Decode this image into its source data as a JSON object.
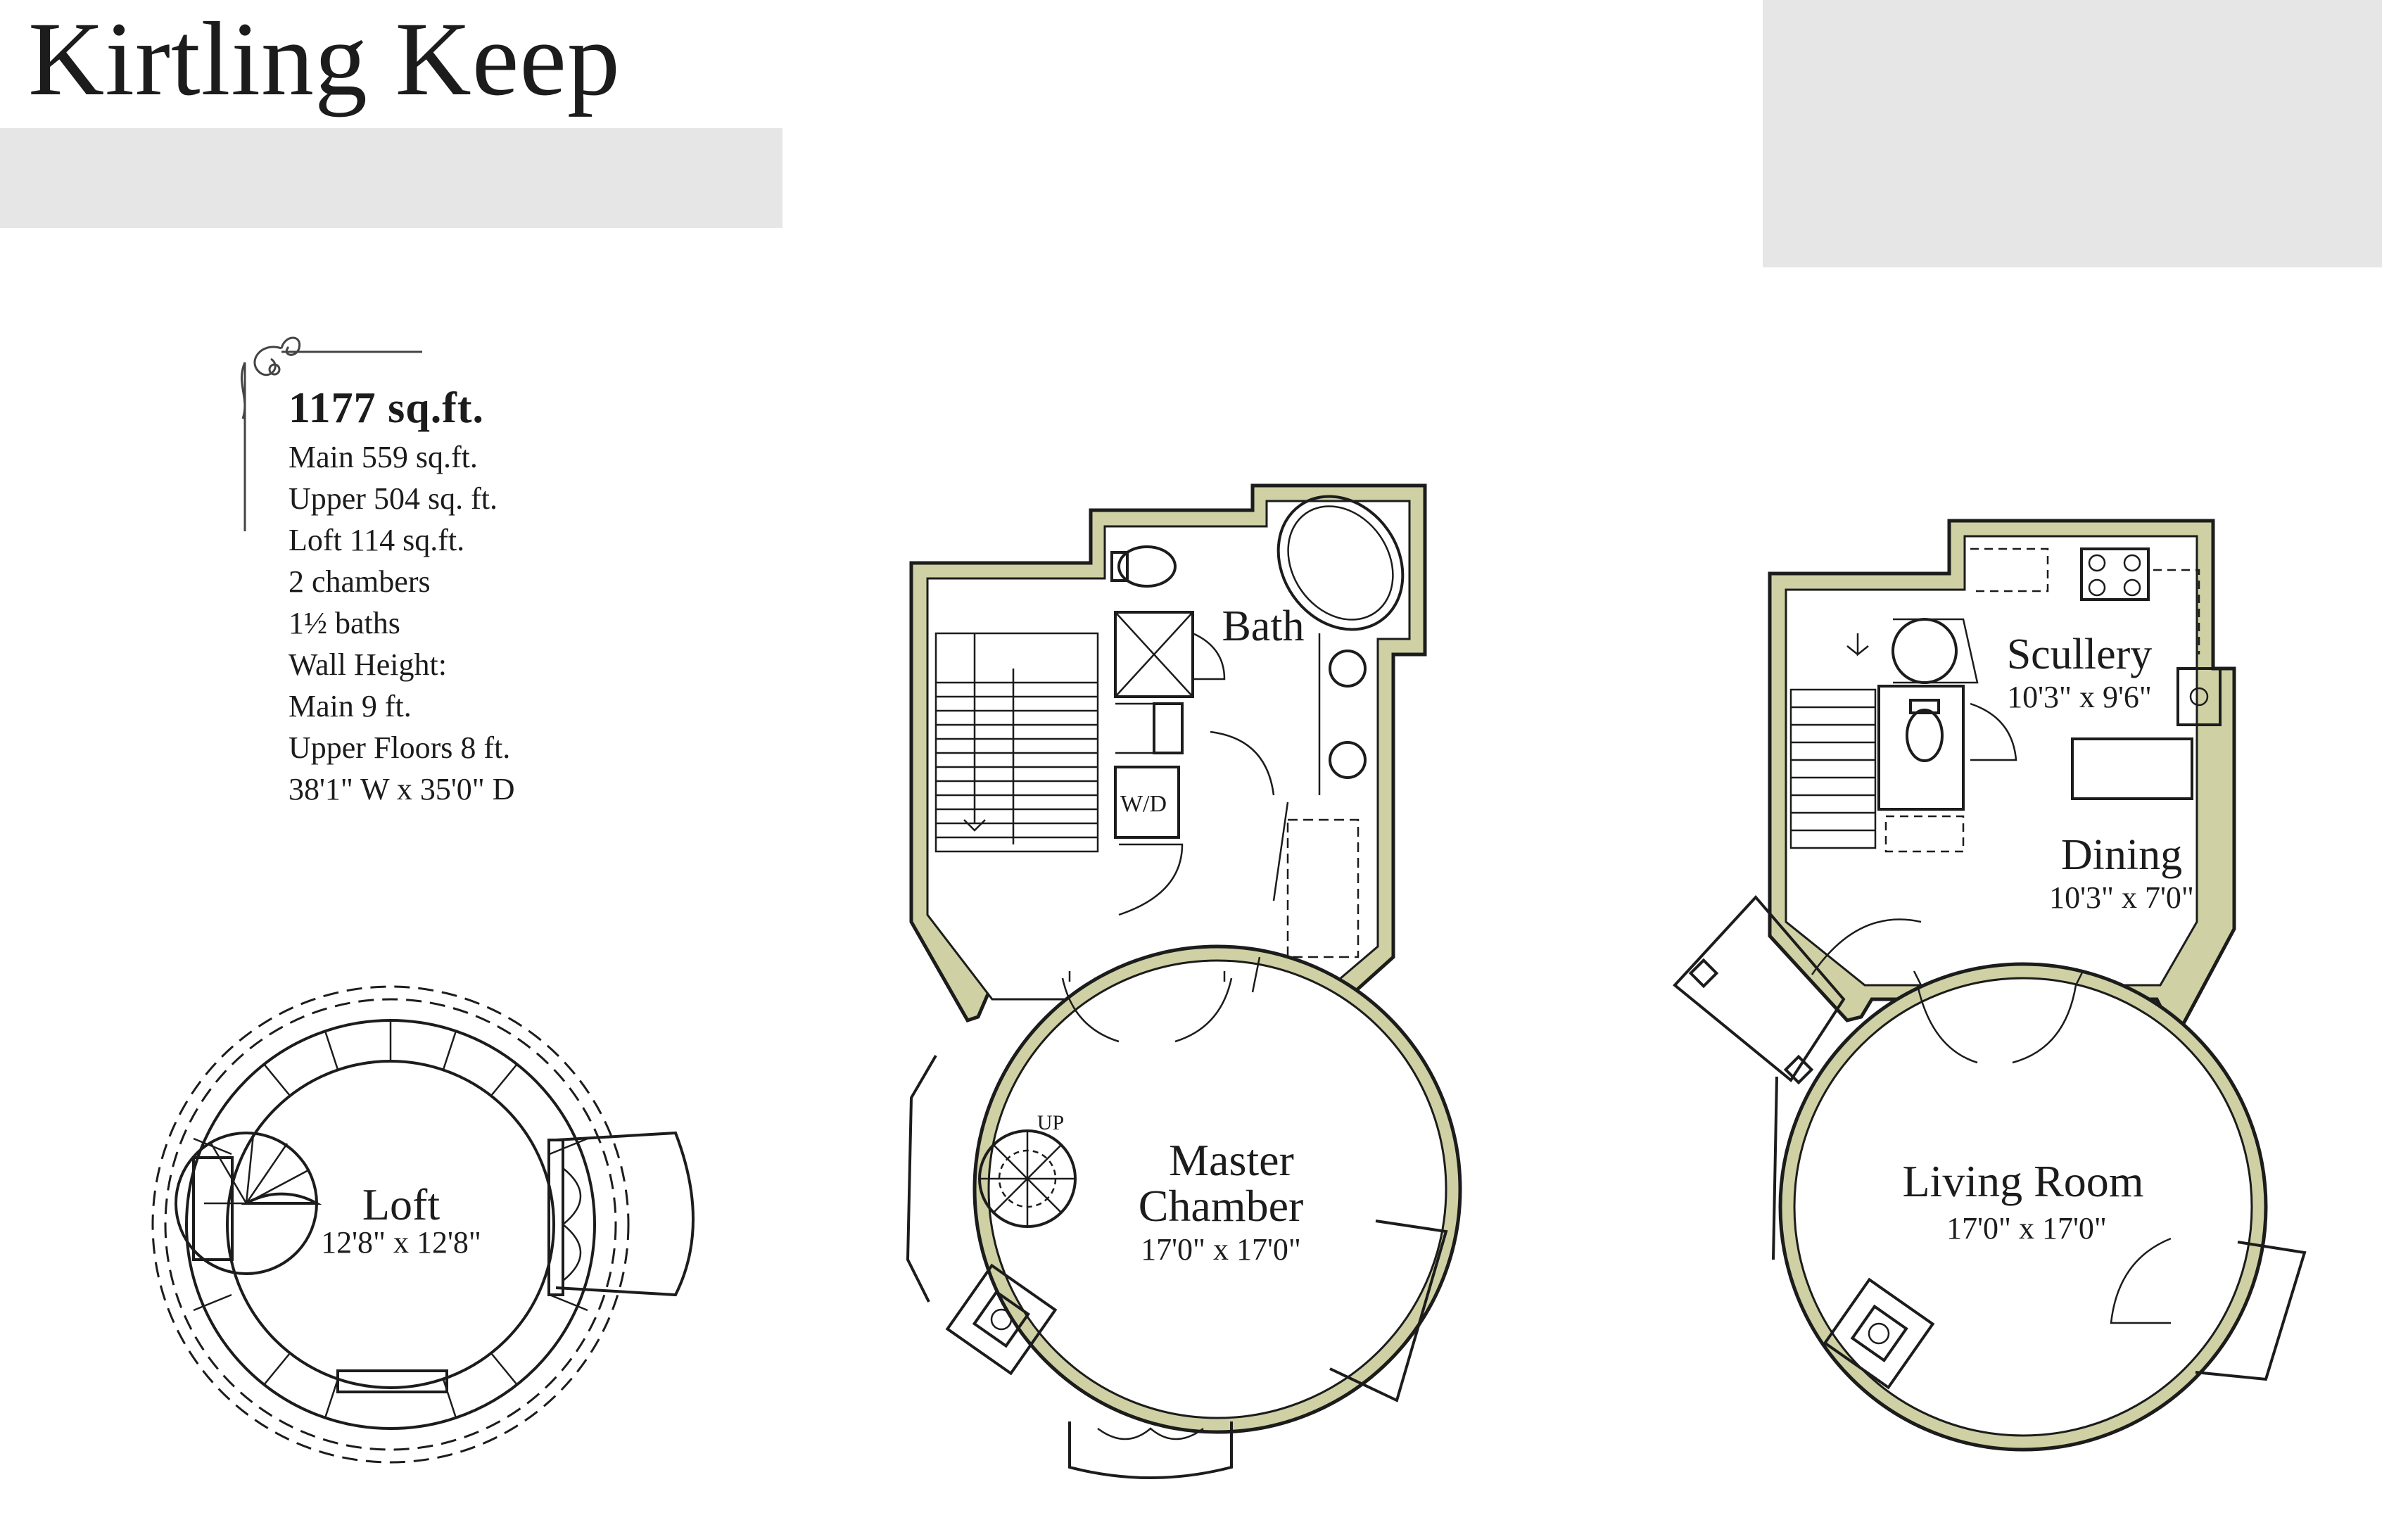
{
  "title": "Kirtling Keep",
  "colors": {
    "wall_fill": "#cfd1a5",
    "ink": "#1c1c1c",
    "placeholder": "#e6e6e6"
  },
  "stats": {
    "total": "1177 sq.ft.",
    "lines": [
      "Main 559 sq.ft.",
      "Upper 504 sq. ft.",
      "Loft 114 sq.ft.",
      "2 chambers",
      "1½ baths",
      "Wall Height:",
      "Main 9 ft.",
      "Upper Floors 8 ft.",
      "38'1\" W x 35'0\" D"
    ]
  },
  "plans": {
    "loft": {
      "name": "Loft",
      "dims": "12'8\" x 12'8\""
    },
    "upper": {
      "bath": "Bath",
      "wd": "W/D",
      "up": "UP",
      "chamber_line1": "Master",
      "chamber_line2": "Chamber",
      "chamber_dims": "17'0\" x 17'0\""
    },
    "main": {
      "scullery": "Scullery",
      "scullery_dims": "10'3\" x 9'6\"",
      "dining": "Dining",
      "dining_dims": "10'3\" x 7'0\"",
      "living": "Living Room",
      "living_dims": "17'0\" x 17'0\""
    }
  }
}
